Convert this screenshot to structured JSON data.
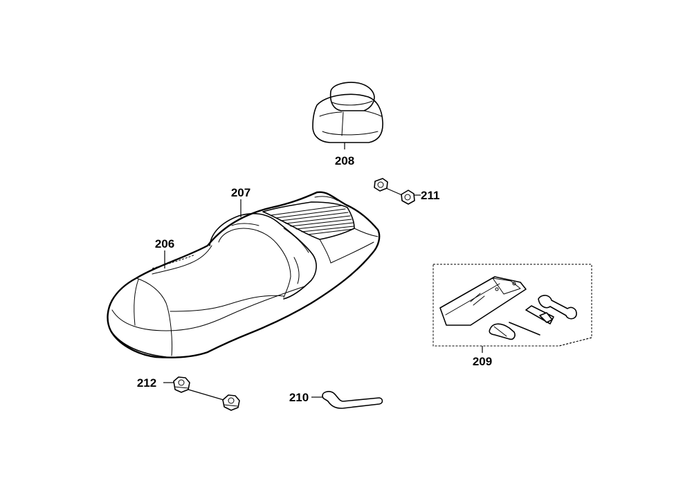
{
  "parts": [
    {
      "id": "p206",
      "number": "206"
    },
    {
      "id": "p207",
      "number": "207"
    },
    {
      "id": "p208",
      "number": "208"
    },
    {
      "id": "p209",
      "number": "209"
    },
    {
      "id": "p210",
      "number": "210"
    },
    {
      "id": "p211",
      "number": "211"
    },
    {
      "id": "p212",
      "number": "212"
    }
  ]
}
